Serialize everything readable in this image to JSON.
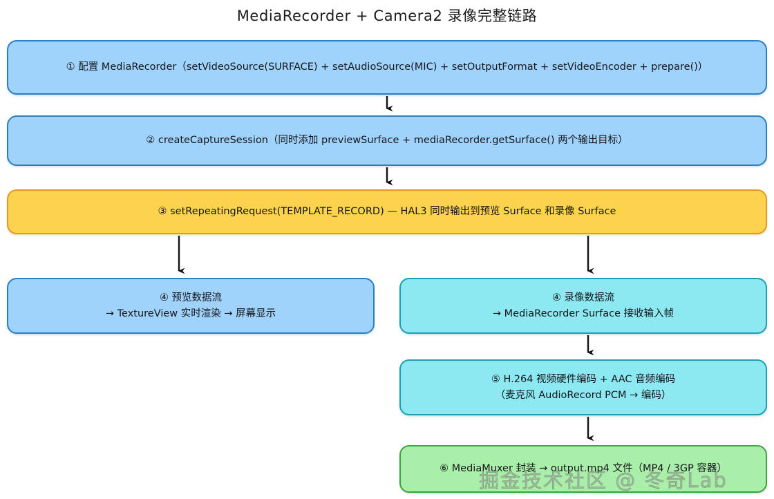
{
  "title": "MediaRecorder + Camera2 录像完整链路",
  "watermark": "掘金技术社区 @ 冬奇Lab",
  "colors": {
    "blue_fill": "#9fd3fb",
    "blue_stroke": "#2b7fc4",
    "orange_fill": "#fcd34e",
    "orange_stroke": "#e8991b",
    "teal_fill": "#8ce9f2",
    "teal_stroke": "#18a0b5",
    "green_fill": "#a9efa9",
    "green_stroke": "#3aa63a",
    "arrow": "#121212",
    "background": "#ffffff"
  },
  "nodes": {
    "step1": {
      "line1": "① 配置 MediaRecorder（setVideoSource(SURFACE) + setAudioSource(MIC) + setOutputFormat + setVideoEncoder + prepare()）"
    },
    "step2": {
      "line1": "② createCaptureSession（同时添加 previewSurface + mediaRecorder.getSurface() 两个输出目标）"
    },
    "step3": {
      "line1": "③ setRepeatingRequest(TEMPLATE_RECORD) — HAL3 同时输出到预览 Surface 和录像 Surface"
    },
    "step4_preview": {
      "line1": "④ 预览数据流",
      "line2": "→ TextureView 实时渲染 → 屏幕显示"
    },
    "step4_record": {
      "line1": "④ 录像数据流",
      "line2": "→ MediaRecorder Surface 接收输入帧"
    },
    "step5": {
      "line1": "⑤ H.264 视频硬件编码 + AAC 音频编码",
      "line2": "（麦克风 AudioRecord PCM → 编码）"
    },
    "step6": {
      "line1": "⑥ MediaMuxer 封装 → output.mp4 文件（MP4 / 3GP 容器）"
    }
  },
  "connectors": [
    {
      "name": "step1-to-step2",
      "from": "step1",
      "to": "step2"
    },
    {
      "name": "step2-to-step3",
      "from": "step2",
      "to": "step3"
    },
    {
      "name": "step3-to-step4-preview",
      "from": "step3",
      "to": "step4_preview"
    },
    {
      "name": "step3-to-step4-record",
      "from": "step3",
      "to": "step4_record"
    },
    {
      "name": "step4-record-to-step5",
      "from": "step4_record",
      "to": "step5"
    },
    {
      "name": "step5-to-step6",
      "from": "step5",
      "to": "step6"
    }
  ]
}
